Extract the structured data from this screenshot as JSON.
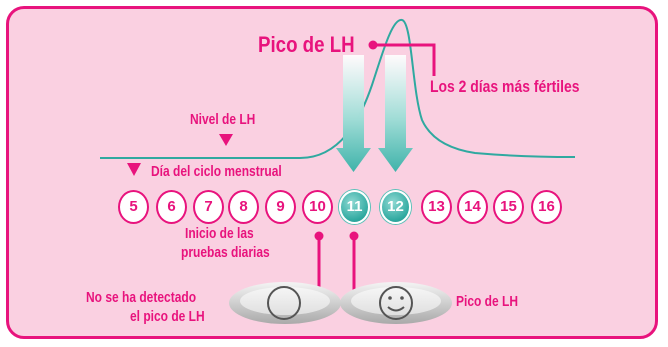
{
  "labels": {
    "peak_top": "Pico de LH",
    "fertile": "Los 2 días más fértiles",
    "lh_level": "Nivel de LH",
    "cycle_day": "Día del ciclo menstrual",
    "start_line1": "Inicio de las",
    "start_line2": "pruebas diarias",
    "not_detected_line1": "No se ha detectado",
    "not_detected_line2": "el pico de LH",
    "peak_result": "Pico de LH"
  },
  "days": [
    "5",
    "6",
    "7",
    "8",
    "9",
    "10",
    "11",
    "12",
    "13",
    "14",
    "15",
    "16"
  ],
  "highlighted_days": [
    "11",
    "12"
  ],
  "colors": {
    "accent": "#e8137d",
    "panel": "#fad0e1",
    "teal": "#3fb3aa"
  },
  "icons": {
    "negative": "circle-icon",
    "positive": "smiley-icon"
  }
}
